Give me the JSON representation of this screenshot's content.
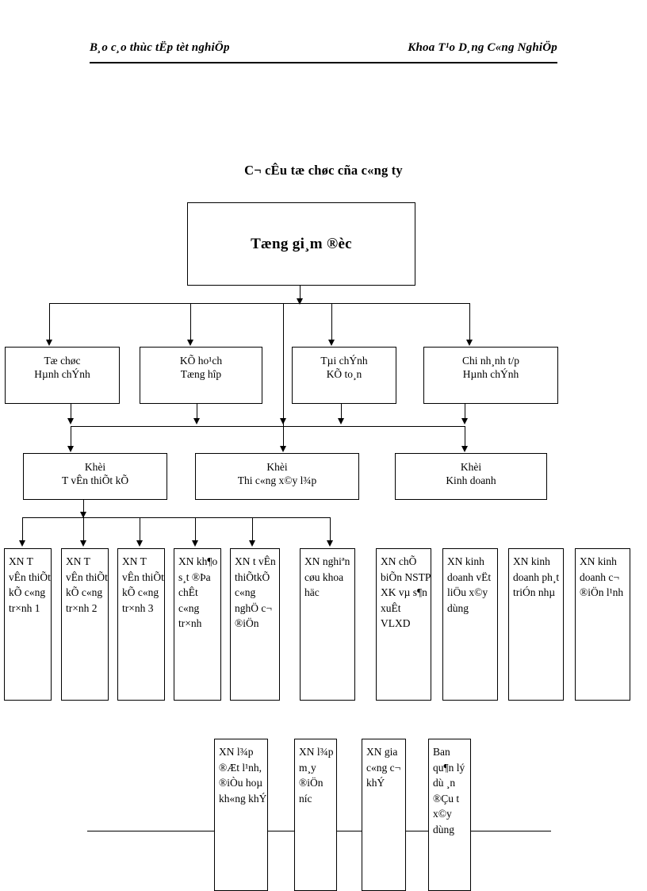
{
  "header": {
    "left": "B¸o c¸o thùc tËp tèt nghiÖp",
    "right": "Khoa T¹o D¸ng C«ng NghiÖp"
  },
  "chart_data": {
    "type": "diagram",
    "title": "C¬ cÊu tæ chøc cña c«ng ty",
    "root": {
      "label": "Tæng gi¸m ®èc"
    },
    "departments": [
      {
        "line1": "Tæ chøc",
        "line2": "Hµnh chÝnh"
      },
      {
        "line1": "KÕ ho¹ch",
        "line2": "Tæng hîp"
      },
      {
        "line1": "Tµi chÝnh",
        "line2": "KÕ to¸n"
      },
      {
        "line1": "Chi nh¸nh t/p",
        "line2": "Hµnh chÝnh"
      }
    ],
    "blocks": [
      {
        "line1": "Khèi",
        "line2": "T vÊn thiÕt kÕ"
      },
      {
        "line1": "Khèi",
        "line2": "Thi c«ng x©y l¾p"
      },
      {
        "line1": "Khèi",
        "line2": "Kinh doanh"
      }
    ],
    "units": [
      {
        "text": "XN T vÊn thiÕt kÕ c«ng tr×nh 1"
      },
      {
        "text": "XN T vÊn thiÕt kÕ c«ng tr×nh 2"
      },
      {
        "text": "XN T vÊn thiÕt kÕ c«ng tr×nh 3"
      },
      {
        "text": "XN kh¶o s¸t ®Þa chÊt c«ng tr×nh"
      },
      {
        "text": "XN t vÊn thiÕtkÕ c«ng nghÖ c¬ ®iÖn"
      },
      {
        "text": "XN nghiªn cøu khoa häc"
      },
      {
        "text": "XN chÕ biÕn NSTP XK vµ s¶n xuÊt VLXD"
      },
      {
        "text": "XN kinh doanh vËt liÖu x©y dùng"
      },
      {
        "text": "XN kinh doanh ph¸t triÓn nhµ"
      },
      {
        "text": "XN kinh doanh c¬ ®iÖn l¹nh"
      }
    ],
    "units_bottom": [
      {
        "text": "XN l¾p ®Æt l¹nh, ®iÒu hoµ kh«ng khÝ"
      },
      {
        "text": "XN l¾p m¸y ®iÖn níc"
      },
      {
        "text": "XN gia c«ng c¬ khÝ"
      },
      {
        "text": "Ban qu¶n lý dù ¸n ®Çu t x©y dùng"
      }
    ]
  }
}
